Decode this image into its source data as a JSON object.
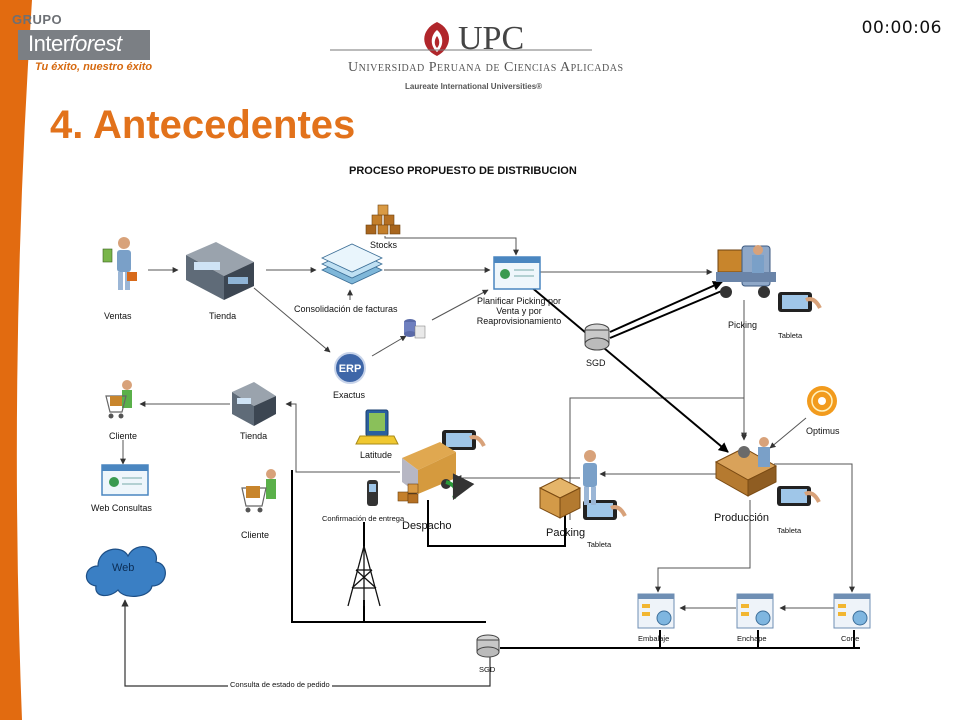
{
  "timer": "00:00:06",
  "logo": {
    "grupo": "GRUPO",
    "inter": "Inter",
    "forest": "forest",
    "slogan": "Tu éxito, nuestro éxito"
  },
  "university": {
    "brand": "UPC",
    "name": "Universidad Peruana de Ciencias Aplicadas",
    "laureate": "Laureate International Universities®"
  },
  "slide_title": "4. Antecedentes",
  "diagram": {
    "title": "PROCESO PROPUESTO DE DISTRIBUCION",
    "labels": {
      "ventas": "Ventas",
      "tienda_top": "Tienda",
      "consolidacion": "Consolidación de facturas",
      "stocks": "Stocks",
      "planificar": "Planificar Picking por Venta y por Reaprovisionamiento",
      "picking": "Picking",
      "tableta_picking": "Tableta",
      "sgd_top": "SGD",
      "exactus": "Exactus",
      "erp": "ERP",
      "optimus": "Optimus",
      "cliente_top": "Cliente",
      "tienda_mid": "Tienda",
      "latitude": "Latitude",
      "web_consultas": "Web Consultas",
      "cliente_bottom": "Cliente",
      "confirmacion": "Confirmación de entrega",
      "despacho": "Despacho",
      "packing": "Packing",
      "tableta_packing": "Tableta",
      "produccion": "Producción",
      "tableta_produccion": "Tableta",
      "web": "Web",
      "embalaje": "Embalaje",
      "enchape": "Enchape",
      "corte": "Corte",
      "sgd_bottom": "SGD",
      "consulta": "Consulta de estado de pedido"
    }
  },
  "colors": {
    "orange": "#e26b10",
    "title_orange": "#e2721b",
    "upc_red": "#b0262b",
    "line": "#111111",
    "line_gray": "#555555"
  }
}
